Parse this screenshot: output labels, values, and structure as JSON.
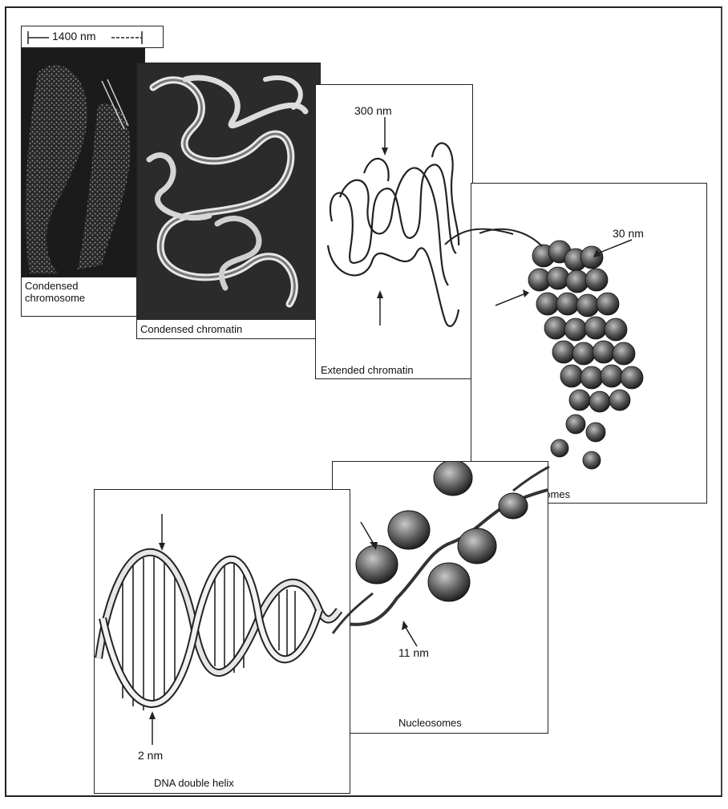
{
  "scale_bar": {
    "label": "1400 nm"
  },
  "panels": {
    "condensed_chromosome": {
      "caption": "Condensed\nchromosome"
    },
    "condensed_chromatin": {
      "caption": "Condensed chromatin"
    },
    "extended_chromatin": {
      "caption": "Extended chromatin",
      "size_label": "300 nm"
    },
    "coiled_nucleosomes": {
      "caption": "Coiled nucleosomes",
      "size_label": "30 nm"
    },
    "nucleosomes": {
      "caption": "Nucleosomes",
      "size_label": "11 nm"
    },
    "dna_double_helix": {
      "caption": "DNA double helix",
      "size_label": "2 nm"
    }
  },
  "colors": {
    "line": "#222222",
    "shade": "#555555",
    "photo_dark": "#1b1b1b"
  }
}
